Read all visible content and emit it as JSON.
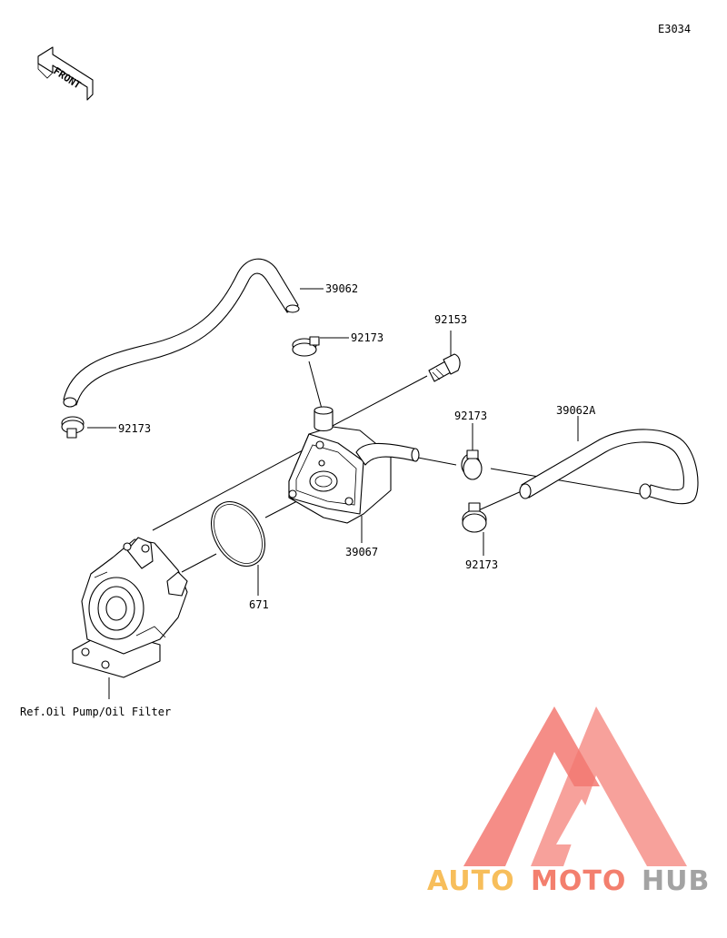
{
  "diagram_code": "E3034",
  "front_label": "FRONT",
  "parts": {
    "hose_upper": "39062",
    "clamp_upper_right": "92173",
    "clamp_left": "92173",
    "bolt": "92153",
    "clamp_mid": "92173",
    "hose_right": "39062A",
    "cooler": "39067",
    "clamp_lower": "92173",
    "oring": "671"
  },
  "reference_note": "Ref.Oil Pump/Oil Filter",
  "watermark": {
    "auto": "AUTO",
    "moto": "MOTO",
    "hub": "HUB",
    "colors": {
      "auto": "#f7b84a",
      "moto": "#f2725f",
      "hub": "#9a9a9a",
      "triangle": "#f26b63"
    }
  }
}
